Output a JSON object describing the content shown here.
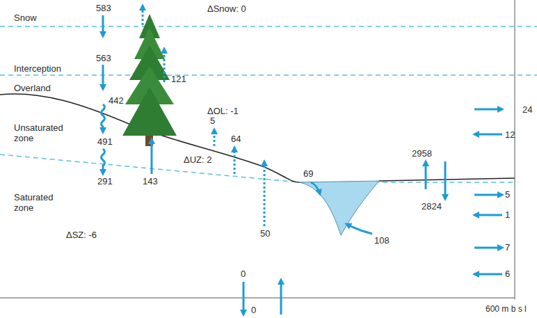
{
  "diagram": {
    "labels": [
      "Snow",
      "583",
      "ΔSnow: 0",
      "121",
      "563",
      "Interception",
      "Overland",
      "442",
      "ΔOL: -1",
      "Unsaturated zone",
      "491",
      "5",
      "64",
      "143",
      "ΔUZ: 2",
      "291",
      "Saturated zone",
      "ΔSZ: -6",
      "50",
      "69",
      "108",
      "2958",
      "2824",
      "24",
      "12",
      "5",
      "1",
      "7",
      "6",
      "0",
      "0",
      "600 m b s l"
    ]
  }
}
